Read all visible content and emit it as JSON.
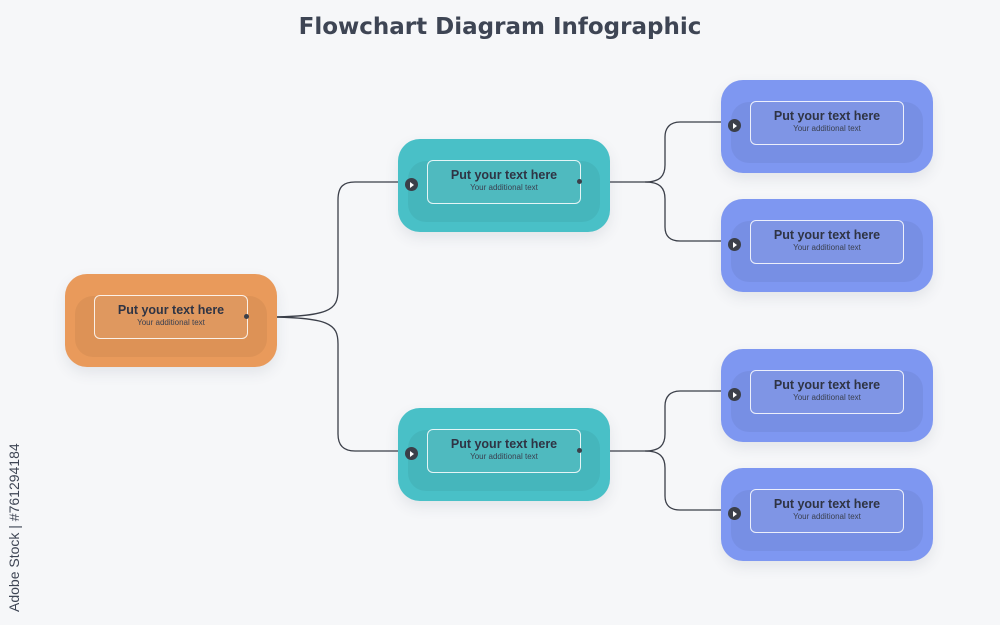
{
  "title": "Flowchart Diagram Infographic",
  "colors": {
    "root": "#e99a5b",
    "middle": "#49c0c7",
    "leaf": "#7e97f1",
    "connector": "#3b3f49",
    "background": "#f6f7f9"
  },
  "nodes": {
    "root": {
      "main": "Put your text here",
      "sub": "Your additional text"
    },
    "mid_top": {
      "main": "Put your text here",
      "sub": "Your additional text"
    },
    "mid_bottom": {
      "main": "Put your text here",
      "sub": "Your additional text"
    },
    "leaf_1": {
      "main": "Put your text here",
      "sub": "Your additional text"
    },
    "leaf_2": {
      "main": "Put your text here",
      "sub": "Your additional text"
    },
    "leaf_3": {
      "main": "Put your text here",
      "sub": "Your additional text"
    },
    "leaf_4": {
      "main": "Put your text here",
      "sub": "Your additional text"
    }
  },
  "edges": [
    [
      "root",
      "mid_top"
    ],
    [
      "root",
      "mid_bottom"
    ],
    [
      "mid_top",
      "leaf_1"
    ],
    [
      "mid_top",
      "leaf_2"
    ],
    [
      "mid_bottom",
      "leaf_3"
    ],
    [
      "mid_bottom",
      "leaf_4"
    ]
  ],
  "watermark": "Adobe Stock | #761294184"
}
